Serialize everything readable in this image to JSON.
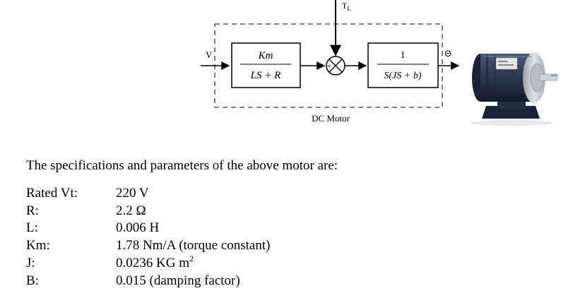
{
  "diagram": {
    "input_label": "V",
    "block1": {
      "numerator": "Km",
      "denominator": "LS + R"
    },
    "sum_sign": "+",
    "disturbance_label": "T",
    "disturbance_subscript": "L",
    "block2": {
      "numerator": "1",
      "denominator": "S(JS + b)"
    },
    "output_label": "Θ",
    "caption": "DC Motor"
  },
  "specs": {
    "intro": "The specifications and parameters of the above motor are:",
    "rows": [
      {
        "label": "Rated Vt:",
        "value": "220 V"
      },
      {
        "label": "R:",
        "value": "2.2 Ω"
      },
      {
        "label": "L:",
        "value": "0.006 H"
      },
      {
        "label": "Km:",
        "value": "1.78 Nm/A (torque constant)"
      },
      {
        "label": "J:",
        "value": "0.0236 KG m",
        "superscript": "2"
      },
      {
        "label": "B:",
        "value": "0.015 (damping factor)"
      }
    ]
  },
  "colors": {
    "motor_body": "#2d3a52",
    "motor_end": "#c4c7cc",
    "motor_shaft": "#cfd2d6"
  }
}
